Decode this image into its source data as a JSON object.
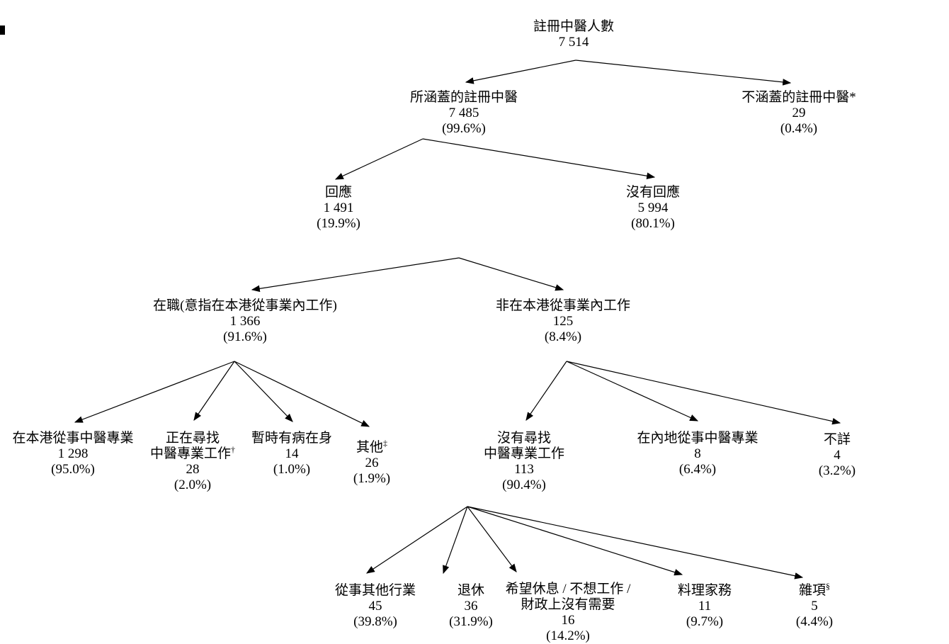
{
  "nodes": {
    "root": {
      "label": "註冊中醫人數",
      "value": "7 514"
    },
    "covered": {
      "label": "所涵蓋的註冊中醫",
      "value": "7 485",
      "pct": "(99.6%)"
    },
    "not_covered": {
      "label": "不涵蓋的註冊中醫*",
      "value": "29",
      "pct": "(0.4%)"
    },
    "responded": {
      "label": "回應",
      "value": "1 491",
      "pct": "(19.9%)"
    },
    "no_response": {
      "label": "沒有回應",
      "value": "5 994",
      "pct": "(80.1%)"
    },
    "working": {
      "label": "在職(意指在本港從事業內工作)",
      "value": "1 366",
      "pct": "(91.6%)"
    },
    "not_working": {
      "label": "非在本港從事業內工作",
      "value": "125",
      "pct": "(8.4%)"
    },
    "practising_hk": {
      "label": "在本港從事中醫專業",
      "value": "1 298",
      "pct": "(95.0%)"
    },
    "seeking": {
      "label": "正在尋找",
      "label2": "中醫專業工作",
      "sup": "†",
      "value": "28",
      "pct": "(2.0%)"
    },
    "sick": {
      "label": "暫時有病在身",
      "value": "14",
      "pct": "(1.0%)"
    },
    "others": {
      "label": "其他",
      "sup": "‡",
      "value": "26",
      "pct": "(1.9%)"
    },
    "not_seeking": {
      "label": "沒有尋找",
      "label2": "中醫專業工作",
      "value": "113",
      "pct": "(90.4%)"
    },
    "mainland": {
      "label": "在內地從事中醫專業",
      "value": "8",
      "pct": "(6.4%)"
    },
    "unknown": {
      "label": "不詳",
      "value": "4",
      "pct": "(3.2%)"
    },
    "other_industry": {
      "label": "從事其他行業",
      "value": "45",
      "pct": "(39.8%)"
    },
    "retired": {
      "label": "退休",
      "value": "36",
      "pct": "(31.9%)"
    },
    "rest": {
      "label": "希望休息 / 不想工作 /",
      "label2": "財政上沒有需要",
      "value": "16",
      "pct": "(14.2%)"
    },
    "housework": {
      "label": "料理家務",
      "value": "11",
      "pct": "(9.7%)"
    },
    "misc": {
      "label": "雜項",
      "sup": "§",
      "value": "5",
      "pct": "(4.4%)"
    }
  }
}
